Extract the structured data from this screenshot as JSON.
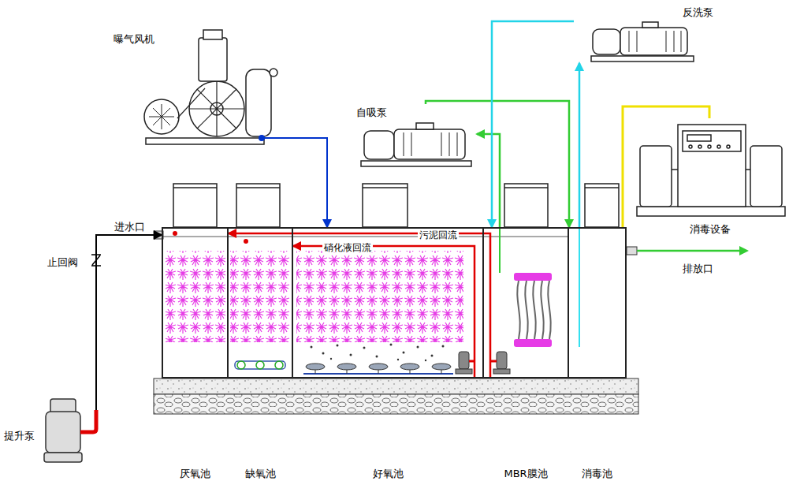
{
  "diagram": {
    "nodes": [
      {
        "text": [
          "曝气风机"
        ]
      },
      {
        "text": [
          "反洗泵"
        ]
      },
      {
        "text": [
          "自吸泵"
        ]
      },
      {
        "text": [
          "消毒设备"
        ]
      },
      {
        "text": [
          "提升泵"
        ]
      },
      {
        "text": [
          "厌氧池"
        ]
      },
      {
        "text": [
          "缺氧池"
        ]
      },
      {
        "text": [
          "好氧池"
        ]
      },
      {
        "text": [
          "MBR膜池"
        ]
      },
      {
        "text": [
          "消毒池"
        ]
      }
    ],
    "edges": [
      {
        "from": 4,
        "to": 5,
        "arrow": "to"
      },
      {
        "from": 0,
        "to": 7,
        "arrow": "to"
      },
      {
        "from": 8,
        "to": 2,
        "arrow": "to"
      },
      {
        "from": 2,
        "to": 9,
        "arrow": "to"
      },
      {
        "from": 9,
        "to": 1,
        "arrow": "to"
      },
      {
        "from": 1,
        "to": 8,
        "arrow": "to"
      },
      {
        "from": 3,
        "to": 9,
        "arrow": "none"
      },
      {
        "from": 8,
        "to": 5,
        "label": "污泥回流",
        "arrow": "to"
      },
      {
        "from": 7,
        "to": 6,
        "label": "硝化液回流",
        "arrow": "to"
      }
    ],
    "labels": [
      "进水口",
      "止回阀",
      "排放口"
    ]
  }
}
